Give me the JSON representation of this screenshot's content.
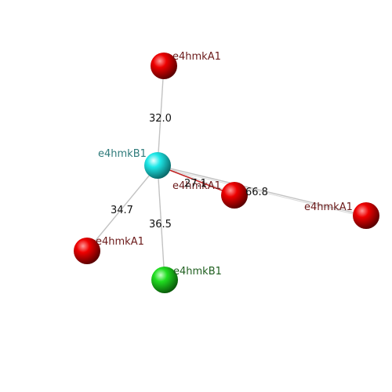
{
  "colors": {
    "background": "#ffffff",
    "red_atom": "#e00000",
    "cyan_atom": "#18e6e6",
    "green_atom": "#1fdc1f",
    "red_label": "#6b1a1a",
    "cyan_label": "#2f7b7b",
    "green_label": "#1f5f1f",
    "bond_gray": "#b8b8b8",
    "bond_red": "#c02020"
  },
  "atoms": [
    {
      "id": "center",
      "label": "e4hmkB1",
      "color": "cyan"
    },
    {
      "id": "top",
      "label": "e4hmkA1",
      "color": "red"
    },
    {
      "id": "mid",
      "label": "e4hmkA1",
      "color": "red"
    },
    {
      "id": "right",
      "label": "e4hmkA1",
      "color": "red"
    },
    {
      "id": "lowleft",
      "label": "e4hmkA1",
      "color": "red"
    },
    {
      "id": "bottom",
      "label": "e4hmkB1",
      "color": "green"
    }
  ],
  "bonds": [
    {
      "from": "center",
      "to": "top",
      "value": "32.0"
    },
    {
      "from": "center",
      "to": "mid",
      "value": "27.1"
    },
    {
      "from": "center",
      "to": "right",
      "value": "66.8"
    },
    {
      "from": "center",
      "to": "lowleft",
      "value": "34.7"
    },
    {
      "from": "center",
      "to": "bottom",
      "value": "36.5"
    }
  ]
}
